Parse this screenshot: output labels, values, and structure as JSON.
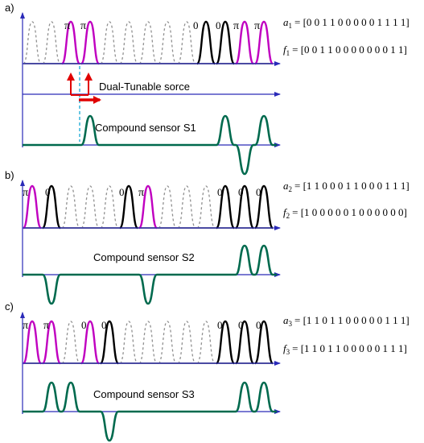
{
  "panels": [
    {
      "label": "a)",
      "phase_marks": [
        "π",
        "π",
        "0",
        "0",
        "π",
        "π"
      ],
      "a_symbol": "a",
      "a_index": "1",
      "a_text": "= [0 0 1 1 0 0 0 0 0 1 1 1 1]",
      "f_symbol": "f",
      "f_index": "1",
      "f_text": "= [0 0 1 1 0 0 0 0 0 0 0 1 1]",
      "source_label": "Dual-Tunable sorce",
      "sensor_label": "Compound sensor S1",
      "pulses": [
        0,
        0,
        2,
        2,
        0,
        0,
        0,
        0,
        0,
        1,
        1,
        2,
        2
      ],
      "response": [
        0,
        0,
        0,
        1,
        0,
        0,
        0,
        0,
        0,
        0,
        1,
        -1,
        1
      ]
    },
    {
      "label": "b)",
      "phase_marks": [
        "π",
        "0",
        "0",
        "π",
        "0",
        "0",
        "0"
      ],
      "a_symbol": "a",
      "a_index": "2",
      "a_text": "= [1 1 0 0 0 1 1 0 0 0 1 1 1]",
      "f_symbol": "f",
      "f_index": "2",
      "f_text": "= [1 0 0 0 0 0 1 0 0 0 0 0 0]",
      "sensor_label": "Compound sensor S2",
      "pulses": [
        2,
        1,
        0,
        0,
        0,
        1,
        2,
        0,
        0,
        0,
        1,
        1,
        1
      ],
      "response": [
        0,
        -1,
        0,
        0,
        0,
        0,
        -1,
        0,
        0,
        0,
        0,
        1,
        1
      ]
    },
    {
      "label": "c)",
      "phase_marks": [
        "π",
        "π",
        "0",
        "0",
        "0",
        "0",
        "0"
      ],
      "a_symbol": "a",
      "a_index": "3",
      "a_text": "= [1 1 0 1 1 0 0 0 0 0 1 1 1]",
      "f_symbol": "f",
      "f_index": "3",
      "f_text": "= [1 1 0 1 1 0 0 0 0 0 1 1 1]",
      "sensor_label": "Compound sensor S3",
      "pulses": [
        2,
        2,
        0,
        2,
        1,
        0,
        0,
        0,
        0,
        0,
        1,
        1,
        1
      ],
      "response": [
        0,
        1,
        1,
        0,
        -1,
        0,
        0,
        0,
        0,
        0,
        0,
        1,
        1
      ]
    }
  ],
  "colors": {
    "pi_pulse": "#c000c0",
    "zero_pulse": "#000000",
    "dashed_pulse": "#909090",
    "response": "#006a4e",
    "axis": "#2a2ab8",
    "source_arrow": "#e00000",
    "dashed_marker": "#00a0d0"
  }
}
